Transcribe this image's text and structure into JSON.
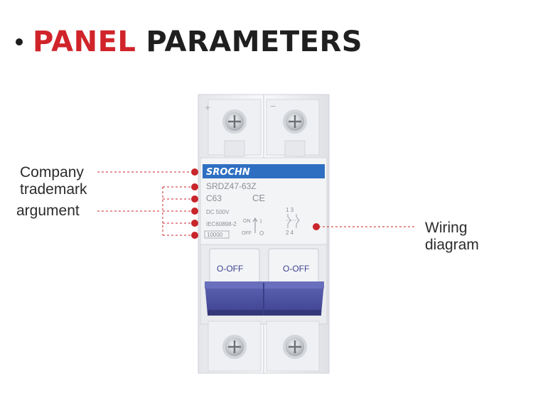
{
  "title": {
    "bullet": "•",
    "highlight": "PANEL",
    "rest": "PARAMETERS"
  },
  "annotations": {
    "company_trademark_line1": "Company",
    "company_trademark_line2": "trademark",
    "argument": "argument",
    "wiring_line1": "Wiring",
    "wiring_line2": "diagram"
  },
  "breaker": {
    "brand": "SROCHN",
    "model": "SRDZ47-63Z",
    "rating": "C63",
    "ce_mark": "CE",
    "voltage": "DC 500V",
    "standard": "IEC60898-2",
    "capacity": "10000",
    "on_label": "ON",
    "off_label": "OFF",
    "on_symbol": "I",
    "off_symbol": "O",
    "switch_left": "O-OFF",
    "switch_right": "O-OFF",
    "terminal_plus": "+",
    "terminal_minus": "−",
    "wiring_top": "1 3",
    "wiring_bottom": "2 4"
  },
  "colors": {
    "accent_red": "#d0242a",
    "leader_red": "#c8262b",
    "handle_blue": "#4a4fa0",
    "brand_blue": "#2e6fc2"
  }
}
